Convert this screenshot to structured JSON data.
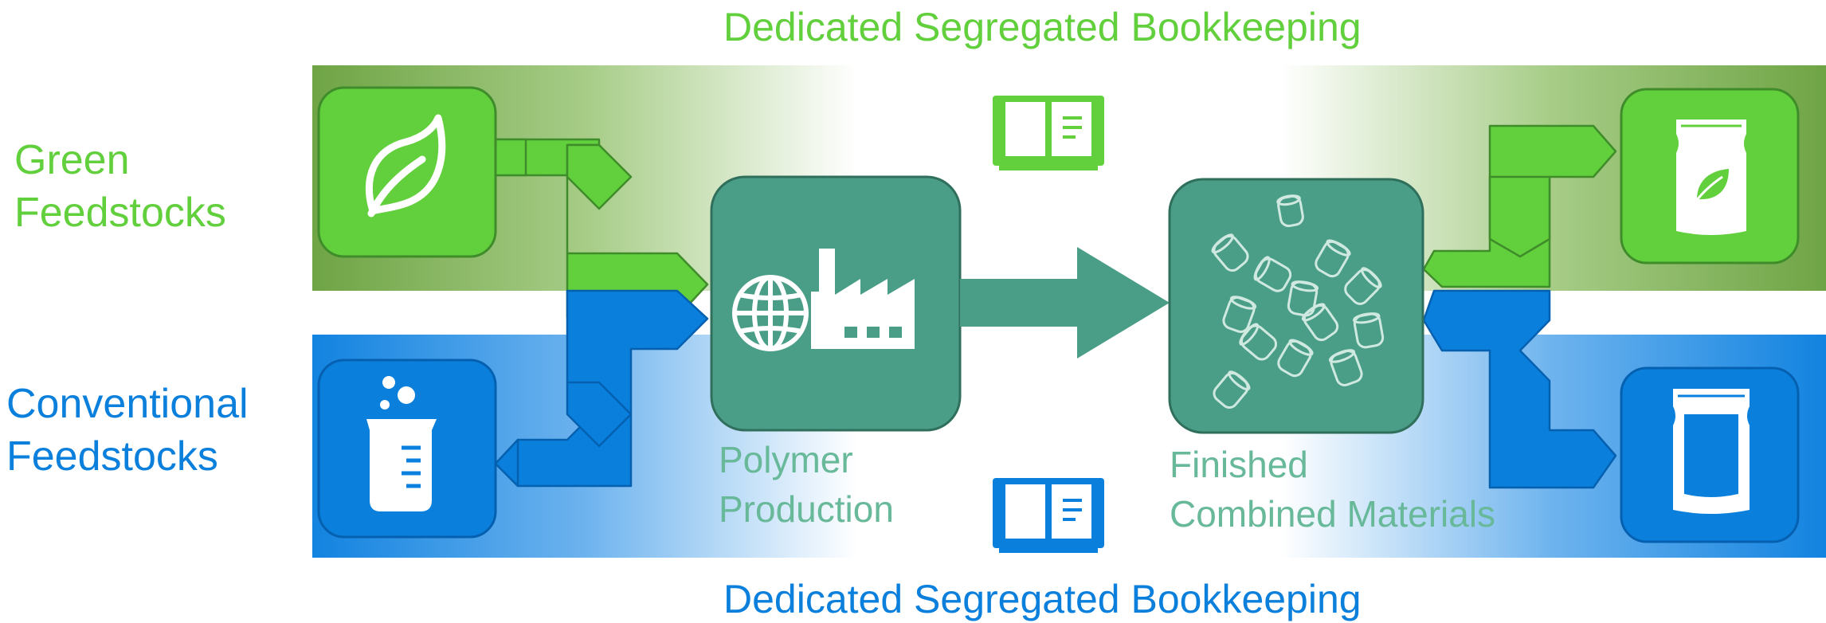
{
  "top_title": "Dedicated Segregated Bookkeeping",
  "bottom_title": "Dedicated Segregated Bookkeeping",
  "green_label": {
    "line1": "Green",
    "line2": "Feedstocks"
  },
  "conventional_label": {
    "line1": "Conventional",
    "line2": "Feedstocks"
  },
  "polymer_label": {
    "line1": "Polymer",
    "line2": "Production"
  },
  "finished_label": {
    "line1": "Finished",
    "line2": "Combined Materials"
  },
  "colors": {
    "green": "#62cf3c",
    "green_dark": "#4e9a33",
    "blue": "#0a7fdb",
    "blue_dark": "#0560b0",
    "teal": "#4a9e87",
    "teal_dark": "#2f6f5c",
    "label_teal": "#68b89a"
  },
  "icons": {
    "green_feedstock": "leaf-icon",
    "conventional_feedstock": "beaker-icon",
    "polymer": "globe-factory-icon",
    "finished": "pellets-icon",
    "green_product": "green-bag-icon",
    "conventional_product": "bag-icon",
    "bookkeeping": "book-icon"
  }
}
